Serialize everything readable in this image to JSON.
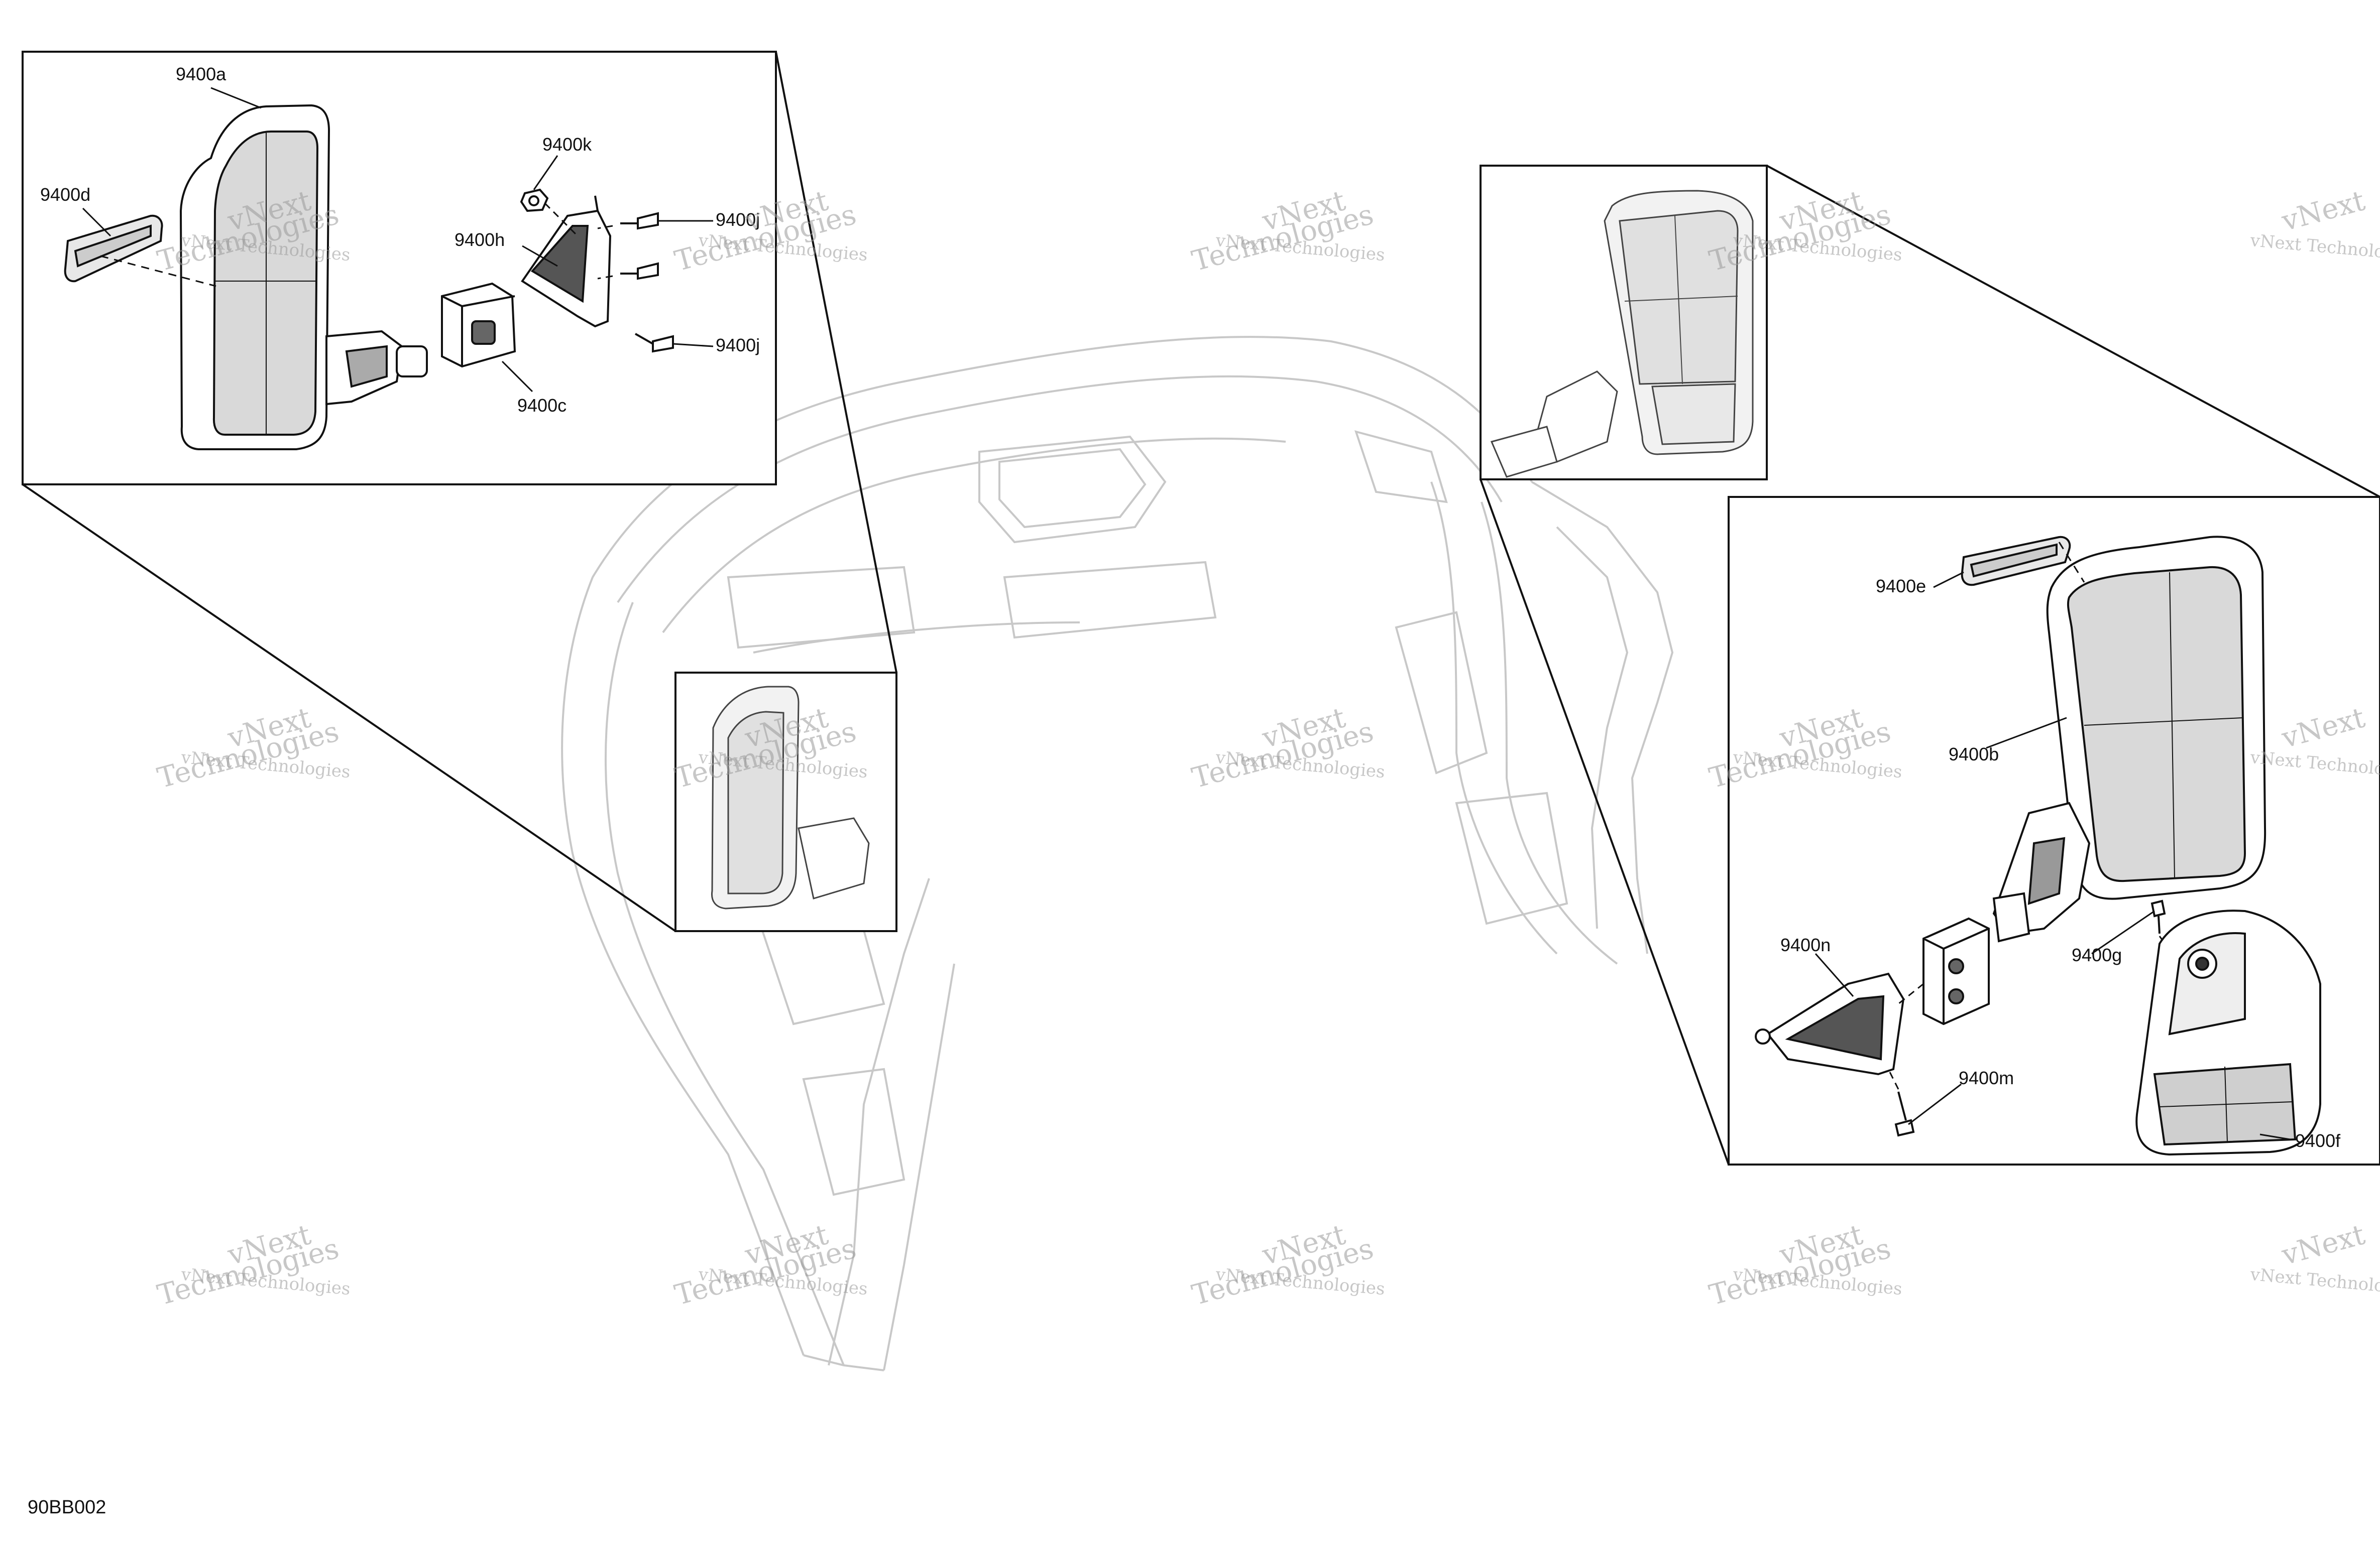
{
  "diagram": {
    "figure_id": "90BB002",
    "watermark": {
      "company_short": "vNext Technologies",
      "word1": "vNext",
      "word2": "Technologies"
    },
    "callouts": {
      "c9400a": "9400a",
      "c9400d": "9400d",
      "c9400k": "9400k",
      "c9400h": "9400h",
      "c9400j_top": "9400j",
      "c9400j_bottom": "9400j",
      "c9400c": "9400c",
      "c9400e": "9400e",
      "c9400b": "9400b",
      "c9400n": "9400n",
      "c9400g": "9400g",
      "c9400m": "9400m",
      "c9400f": "9400f"
    },
    "colors": {
      "line_dark": "#111111",
      "line_faint": "#c8c8c8",
      "mirror_glass": "#d9d9d9"
    }
  }
}
